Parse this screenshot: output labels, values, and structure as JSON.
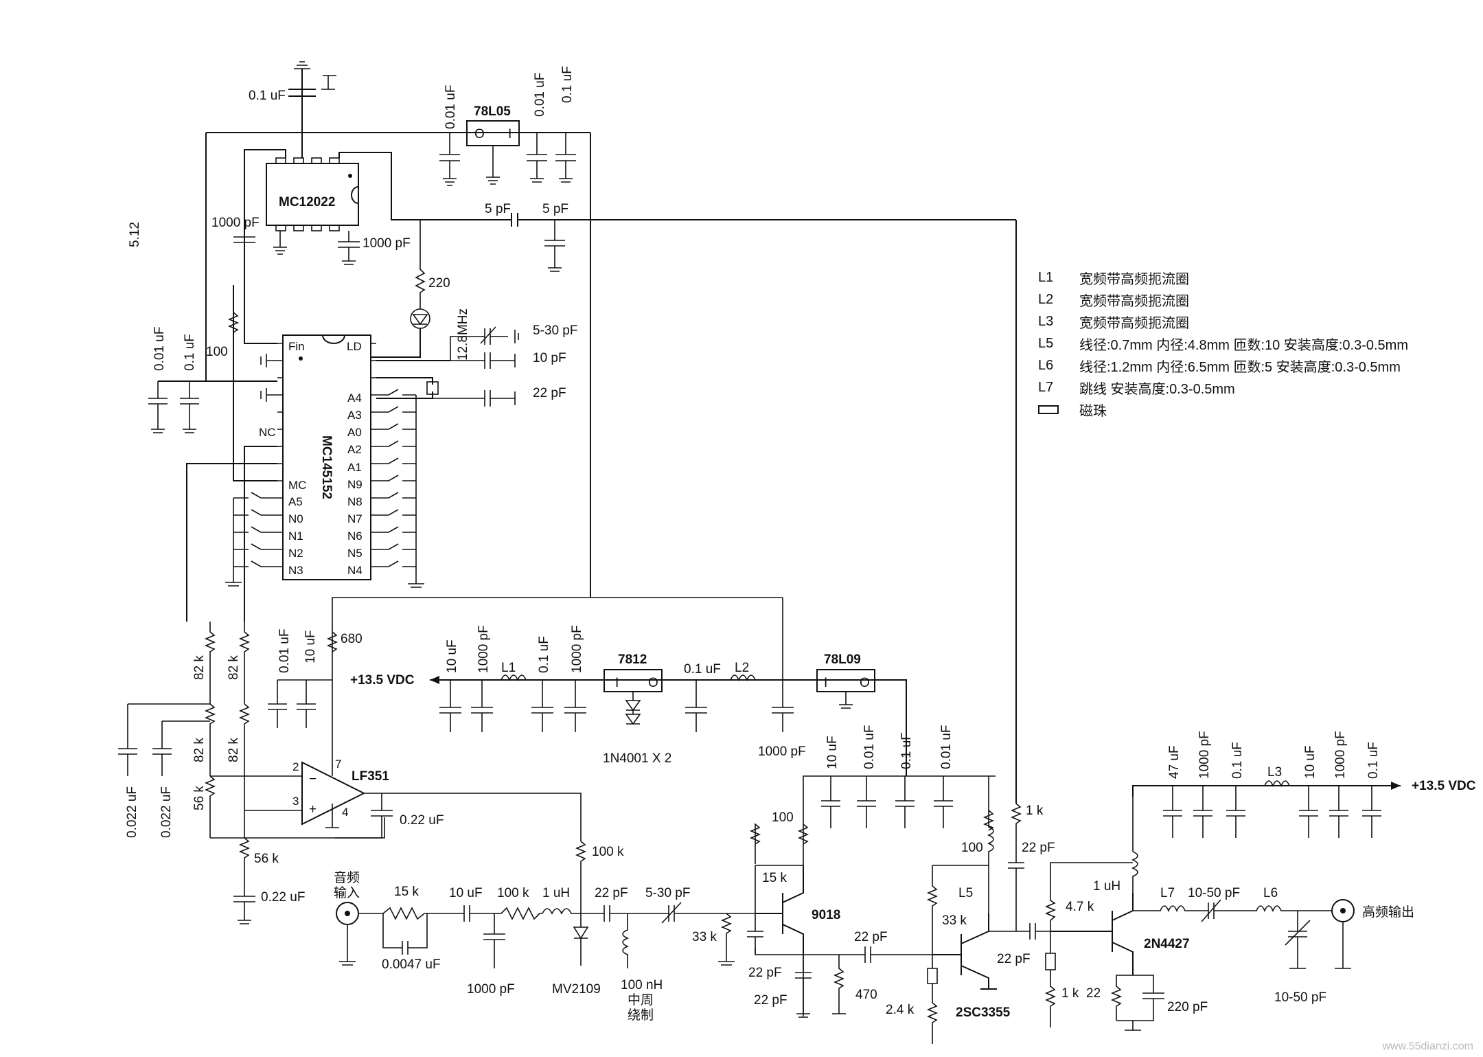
{
  "diagram": {
    "side_label": "5.12",
    "ics": {
      "prescaler": "MC12022",
      "pll": "MC145152",
      "reg_5v": "78L05",
      "reg_12v": "7812",
      "reg_9v": "78L09",
      "opamp": "LF351"
    },
    "pins": {
      "fin": "Fin",
      "ld": "LD",
      "nc": "NC",
      "mc": "MC",
      "left": [
        "A5",
        "N0",
        "N1",
        "N2",
        "N3"
      ],
      "right": [
        "A4",
        "A3",
        "A0",
        "A2",
        "A1",
        "N9",
        "N8",
        "N7",
        "N6",
        "N5",
        "N4"
      ],
      "opamp_pins": [
        "2",
        "3",
        "7",
        "4"
      ],
      "reg_io": [
        "O",
        "I"
      ]
    },
    "transistors": [
      "9018",
      "2SC3355",
      "2N4427"
    ],
    "diodes": [
      "1N4001 X 2",
      "MV2109"
    ],
    "supply": "+13.5 VDC",
    "xtal": "12.8MHz",
    "io": {
      "audio_in": [
        "音频",
        "输入"
      ],
      "rf_out": "高频输出"
    },
    "coil_note": [
      "100 nH",
      "中周",
      "绕制"
    ],
    "parts_top": [
      "0.1 uF",
      "0.01 uF",
      "0.01 uF",
      "0.1 uF",
      "1000 pF",
      "1000 pF",
      "5 pF",
      "5 pF",
      "220"
    ],
    "parts_pll": [
      "0.01 uF",
      "0.1 uF",
      "100",
      "5-30 pF",
      "10 pF",
      "22 pF"
    ],
    "parts_mid": [
      "82 k",
      "82 k",
      "82 k",
      "82 k",
      "56 k",
      "56 k",
      "0.022 uF",
      "0.022 uF",
      "0.22 uF",
      "0.22 uF",
      "0.01 uF",
      "10 uF",
      "680",
      "100 k"
    ],
    "parts_supply": [
      "10 uF",
      "1000 pF",
      "L1",
      "0.1 uF",
      "1000 pF",
      "0.1 uF",
      "L2",
      "1000 pF"
    ],
    "parts_audio": [
      "15 k",
      "0.0047 uF",
      "10 uF",
      "100 k",
      "1 uH",
      "1000 pF",
      "22 pF",
      "5-30 pF",
      "33 k"
    ],
    "parts_osc": [
      "100",
      "15 k",
      "22 pF",
      "22 pF",
      "470",
      "22 pF",
      "10 uF",
      "0.01 uF",
      "0.1 uF",
      "0.01 uF"
    ],
    "parts_drv": [
      "100",
      "L5",
      "33 k",
      "2.4 k",
      "1 k",
      "22 pF",
      "22 pF"
    ],
    "parts_pa": [
      "4.7 k",
      "1 uH",
      "1 k",
      "22",
      "220 pF",
      "L7",
      "10-50 pF",
      "L6",
      "10-50 pF"
    ],
    "parts_out_supply": [
      "47 uF",
      "1000 pF",
      "0.1 uF",
      "L3",
      "10 uF",
      "1000 pF",
      "0.1 uF"
    ]
  },
  "legend": [
    {
      "ref": "L1",
      "text": "宽频带高频扼流圈"
    },
    {
      "ref": "L2",
      "text": "宽频带高频扼流圈"
    },
    {
      "ref": "L3",
      "text": "宽频带高频扼流圈"
    },
    {
      "ref": "L5",
      "text": "线径:0.7mm 内径:4.8mm 匝数:10 安装高度:0.3-0.5mm"
    },
    {
      "ref": "L6",
      "text": "线径:1.2mm 内径:6.5mm 匝数:5  安装高度:0.3-0.5mm"
    },
    {
      "ref": "L7",
      "text": "跳线   安装高度:0.3-0.5mm"
    },
    {
      "ref": "",
      "text": "磁珠",
      "bead": true
    }
  ],
  "watermark": "www.55dianzi.com"
}
